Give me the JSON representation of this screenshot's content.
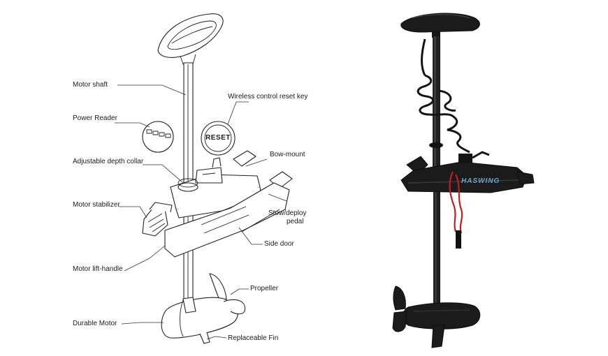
{
  "diagram": {
    "labels": {
      "motor_shaft": "Motor shaft",
      "wireless_reset": "Wireless control reset key",
      "power_reader": "Power Reader",
      "depth_collar": "Adjustable depth collar",
      "bow_mount": "Bow-mount",
      "motor_stabilizer": "Motor stabilizer",
      "stow_deploy_line1": "Stow/deploy",
      "stow_deploy_line2": "pedal",
      "side_door": "Side door",
      "lift_handle": "Motor lift-handle",
      "propeller": "Propeller",
      "durable_motor": "Durable Motor",
      "replaceable_fin": "Replaceable Fin"
    },
    "reset_key_text": "RESET"
  },
  "photo": {
    "brand_text": "HASWING"
  }
}
